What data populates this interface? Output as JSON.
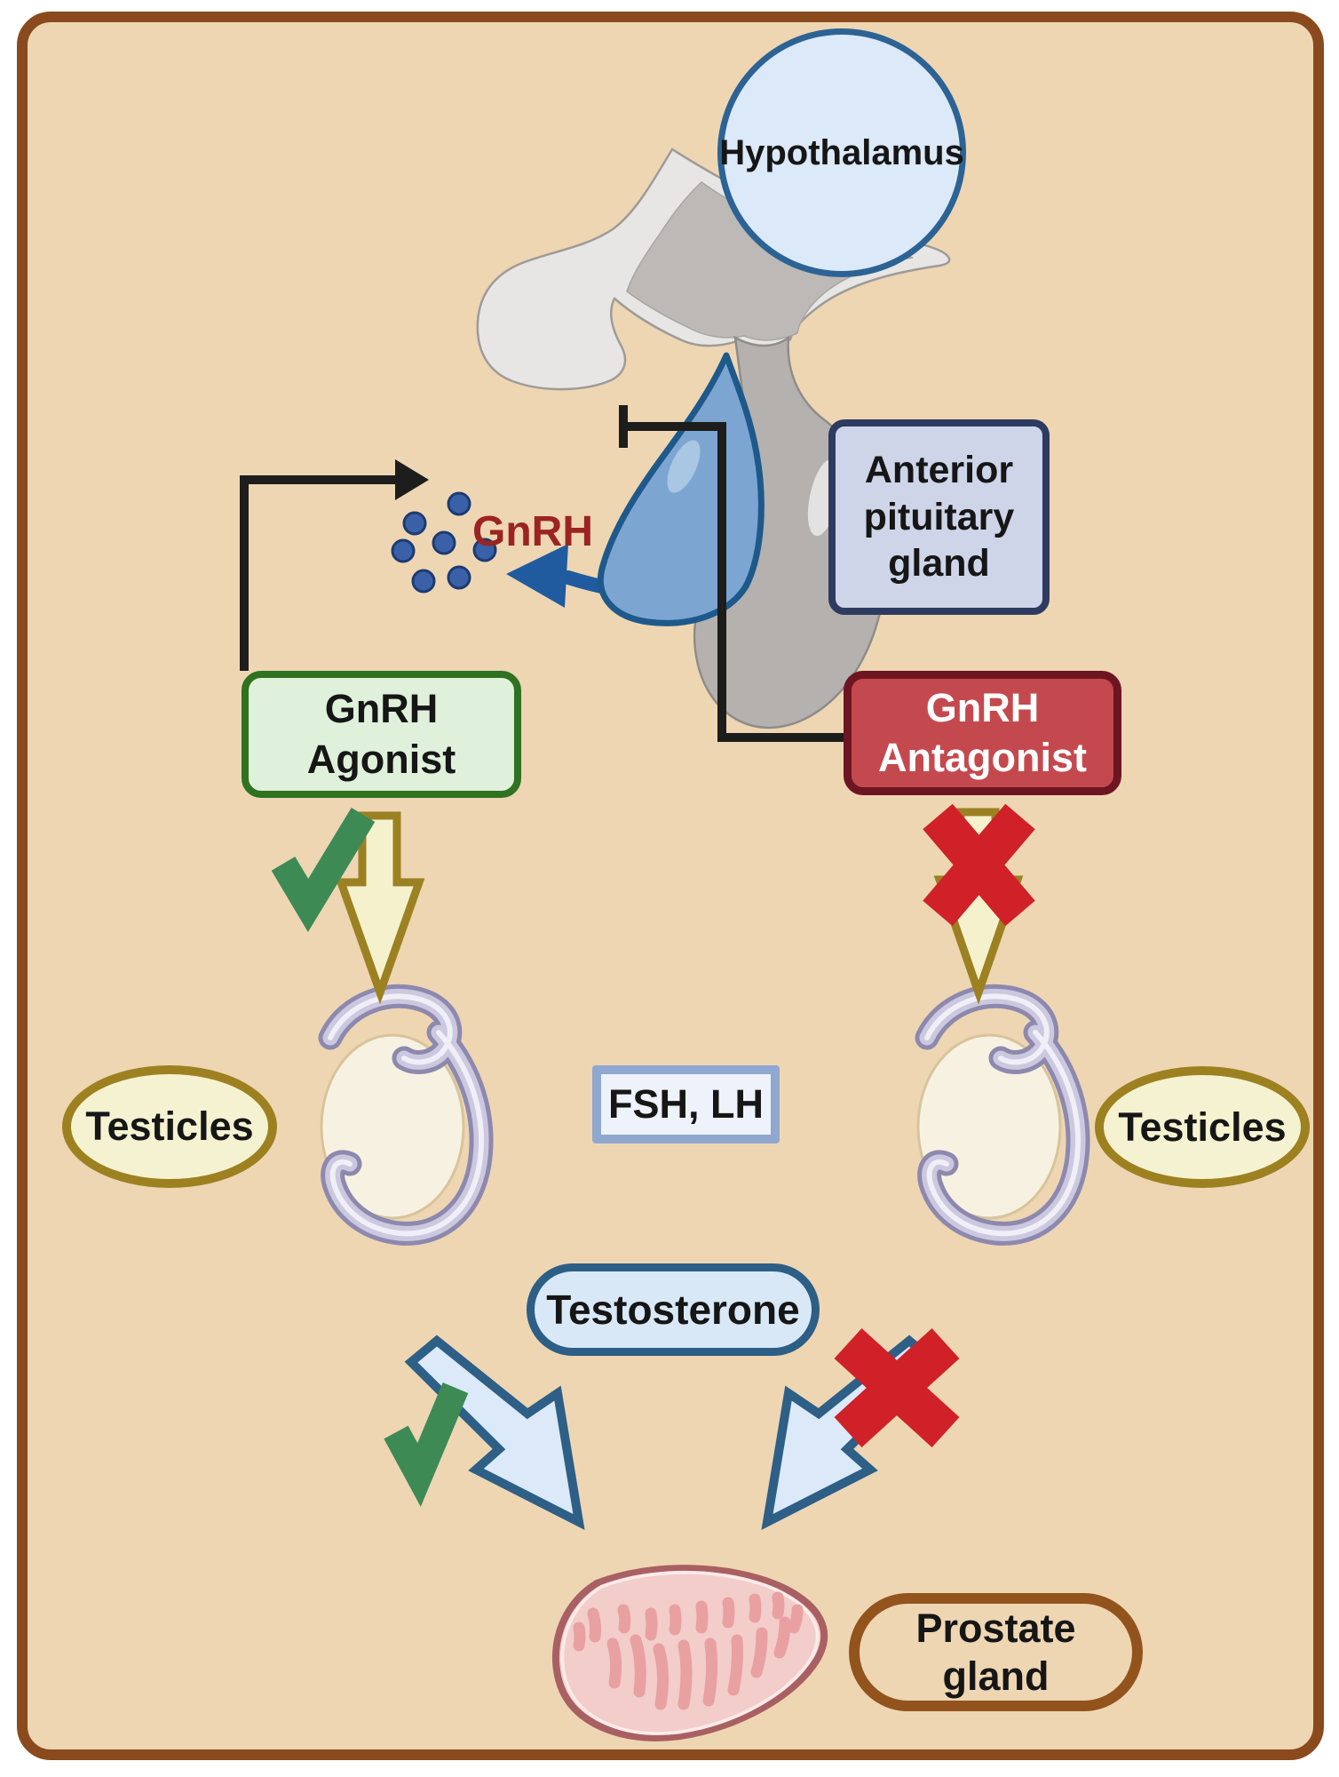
{
  "nodes": {
    "hypothalamus": {
      "label": "Hypothalamus"
    },
    "anterior_pituitary": {
      "label": "Anterior pituitary gland"
    },
    "gnrh": {
      "label": "GnRH"
    },
    "gnrh_agonist": {
      "label": "GnRH Agonist"
    },
    "gnrh_antagonist": {
      "label": "GnRH Antagonist"
    },
    "testicles_left": {
      "label": "Testicles"
    },
    "testicles_right": {
      "label": "Testicles"
    },
    "fsh_lh": {
      "label": "FSH, LH"
    },
    "testosterone": {
      "label": "Testosterone"
    },
    "prostate_gland": {
      "label": "Prostate gland"
    }
  },
  "icons": {
    "check_icon": "green checkmark (pathway active)",
    "cross_icon": "red X (pathway blocked)",
    "down_arrow": "cream block arrow to testicle",
    "diagonal_arrow": "blue jagged arrow testosterone to prostate",
    "stimulation_arrow": "black elbow arrow from GnRH Agonist to GnRH dots",
    "inhibition_line": "black elbow line with T-bar from GnRH Antagonist to pituitary",
    "gnrh_release_arrow": "blue curved arrow from anterior pituitary",
    "gnrh_dots": "blue secretion dots"
  },
  "colors": {
    "panel_bg": "#eed6b3",
    "panel_border": "#8a4a1d",
    "hypothalamus_fill": "#dbe9f8",
    "hypothalamus_border": "#2d6394",
    "anterior_fill": "#ced5e9",
    "anterior_border": "#2e3b60",
    "gnrh_text": "#9b2422",
    "agonist_fill": "#dff1da",
    "agonist_border": "#2f7220",
    "antagonist_fill": "#c4494e",
    "antagonist_border": "#6e1522",
    "testicles_fill": "#f5f2d1",
    "testicles_border": "#9d8121",
    "fsh_lh_fill": "#eef2fb",
    "fsh_lh_border": "#90a7d0",
    "testosterone_fill": "#d9e8f7",
    "testosterone_border": "#2d5e85",
    "prostate_border": "#92531d",
    "check_green": "#3d8a55",
    "cross_red": "#cf2127",
    "cream_arrow_fill": "#f5f1cd",
    "cream_arrow_border": "#9c8122",
    "blue_arrow_fill": "#dbe9f8",
    "blue_arrow_border": "#2e5f86",
    "line_black": "#1d1d1b"
  }
}
